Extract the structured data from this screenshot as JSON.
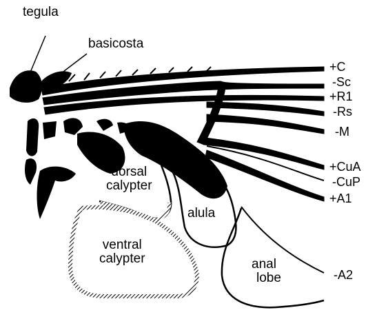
{
  "labels": {
    "tegula": "tegula",
    "basicosta": "basicosta",
    "dorsal_calypter": [
      "dorsal",
      "calypter"
    ],
    "ventral_calypter": [
      "ventral",
      "calypter"
    ],
    "alula": "alula",
    "anal_lobe": [
      "anal",
      "lobe"
    ]
  },
  "veins": {
    "costa": "+C",
    "subcosta": "-Sc",
    "radius1": "+R1",
    "radial_sector": "-Rs",
    "media": "-M",
    "cubitus_anterior": "+CuA",
    "cubitus_posterior": "-CuP",
    "anal1": "+A1",
    "anal2": "-A2"
  },
  "colors": {
    "ink": "#000000",
    "background": "#ffffff"
  }
}
